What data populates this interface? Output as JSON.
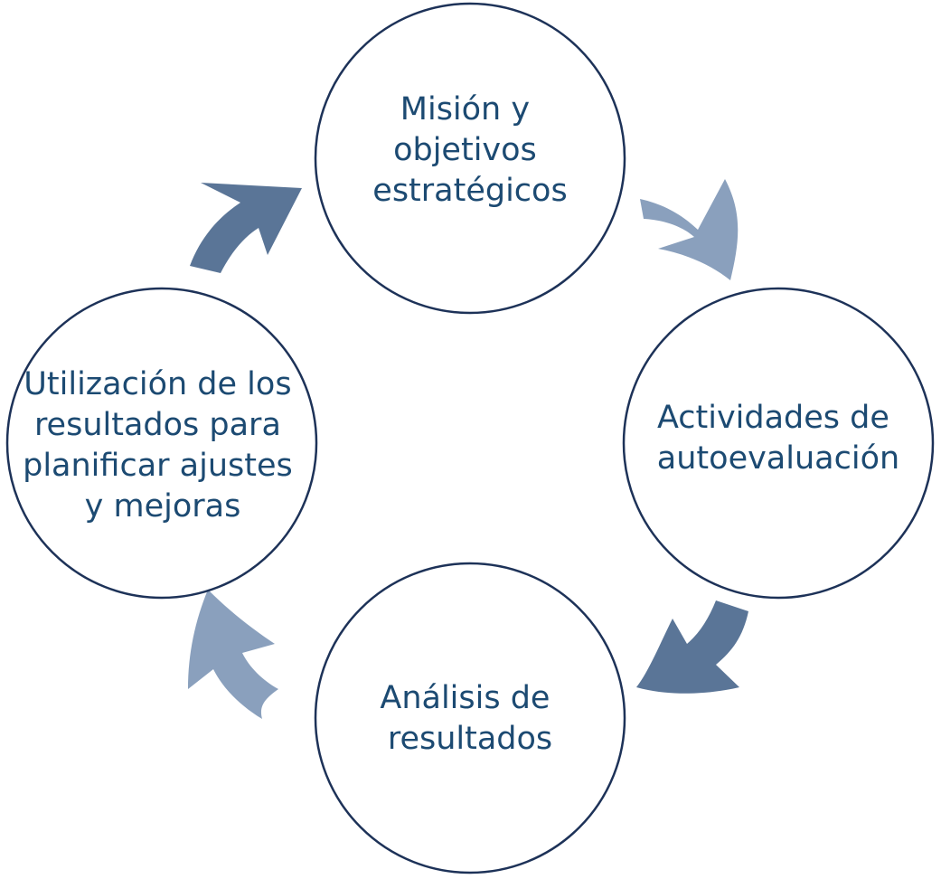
{
  "diagram": {
    "type": "cycle",
    "nodes": [
      {
        "id": "mision",
        "lines": [
          "Misión y",
          "objetivos",
          "estratégicos"
        ]
      },
      {
        "id": "actividades",
        "lines": [
          "Actividades de",
          "autoevaluación"
        ]
      },
      {
        "id": "analisis",
        "lines": [
          "Análisis de",
          "resultados"
        ]
      },
      {
        "id": "utilizacion",
        "lines": [
          "Utilización de los",
          "resultados para",
          "planificar ajustes",
          "y mejoras"
        ]
      }
    ],
    "flow": [
      "mision",
      "actividades",
      "analisis",
      "utilizacion",
      "mision"
    ],
    "colors": {
      "circle_stroke": "#1d3258",
      "label_text": "#1c4a72",
      "arrow_dark": "#5a7597",
      "arrow_light": "#8aa0bd"
    }
  }
}
